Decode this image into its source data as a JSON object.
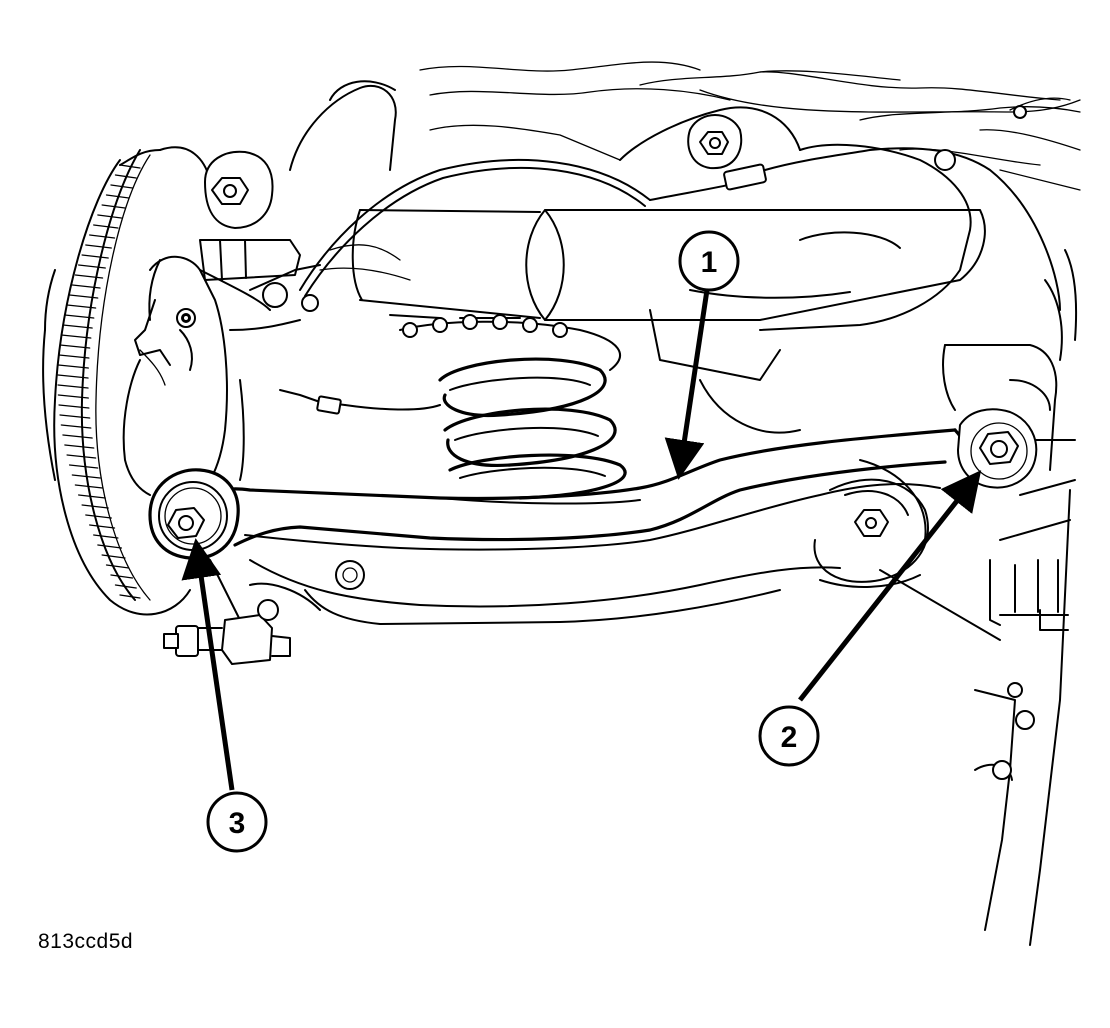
{
  "figure_id": "813ccd5d",
  "callouts": [
    {
      "number": "1"
    },
    {
      "number": "2"
    },
    {
      "number": "3"
    }
  ]
}
